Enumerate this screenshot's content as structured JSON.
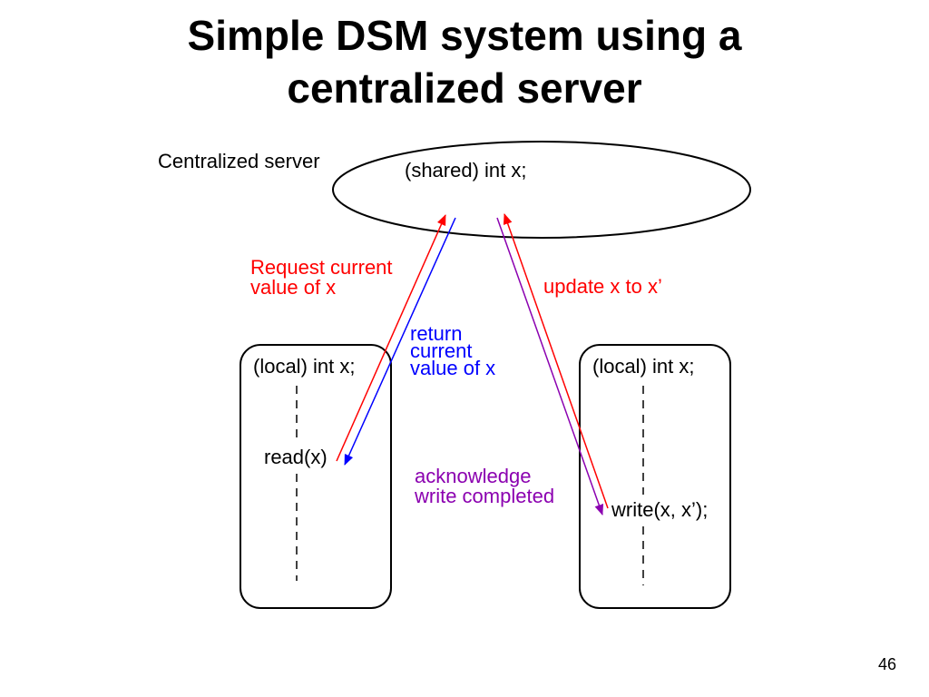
{
  "slide": {
    "title_line1": "Simple DSM system using a",
    "title_line2": "centralized server",
    "page_number": "46"
  },
  "diagram": {
    "server_label": "Centralized server",
    "server_content": "(shared) int x;",
    "left_node": {
      "content": "(local) int x;",
      "op": "read(x)"
    },
    "right_node": {
      "content": "(local) int x;",
      "op": "write(x, x’);"
    },
    "messages": {
      "request": [
        "Request current",
        "value of x"
      ],
      "return": [
        "return",
        "current",
        "value of x"
      ],
      "update": [
        "update x to x’"
      ],
      "ack": [
        "acknowledge",
        "write completed"
      ]
    },
    "colors": {
      "request": "#ff0000",
      "return": "#0000ff",
      "update": "#ff0000",
      "ack": "#8b00b0",
      "outline": "#000000"
    }
  }
}
